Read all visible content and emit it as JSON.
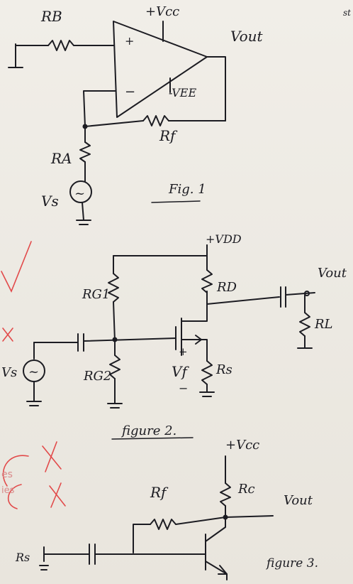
{
  "figure1": {
    "caption": "Fig. 1",
    "labels": {
      "rb": "RB",
      "vcc": "+Vcc",
      "vout": "Vout",
      "plus": "+",
      "minus": "−",
      "vee": "-VEE",
      "rf": "Rf",
      "ra": "RA",
      "vs": "Vs",
      "src": "~"
    }
  },
  "figure2": {
    "caption": "figure 2.",
    "labels": {
      "vdd": "+VDD",
      "rg1": "RG1",
      "rd": "RD",
      "vout": "Vout",
      "rl": "RL",
      "rg2": "RG2",
      "vf_plus": "+",
      "vf": "Vf",
      "vf_minus": "−",
      "rs": "Rs",
      "vs": "Vs",
      "src": "~"
    }
  },
  "figure3": {
    "caption": "figure 3.",
    "labels": {
      "vcc": "+Vcc",
      "rf": "Rf",
      "rc": "Rc",
      "vout": "Vout",
      "rs": "Rs"
    }
  },
  "margin_marks": {
    "es1": "es",
    "es2": "ies",
    "corner": "st"
  }
}
